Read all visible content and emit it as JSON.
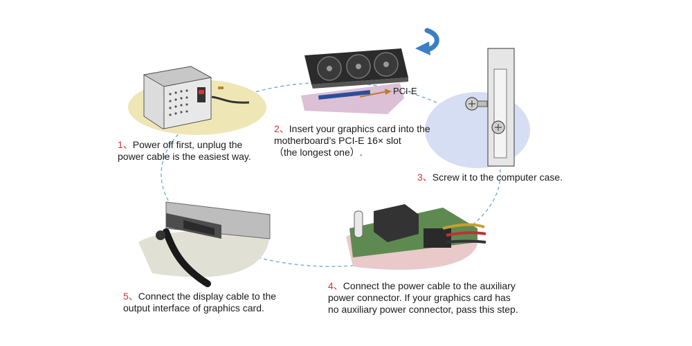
{
  "diagram": {
    "connector_label": "PCI-E",
    "steps": [
      {
        "num": "1、",
        "lines": [
          "Power off first, unplug the",
          "power cable is the easiest way."
        ]
      },
      {
        "num": "2、",
        "lines": [
          "Insert your graphics card into the",
          "motherboard’s PCI-E 16× slot",
          "（the longest one）."
        ]
      },
      {
        "num": "3、",
        "lines": [
          "Screw it to the computer case."
        ]
      },
      {
        "num": "4、",
        "lines": [
          "Connect the power cable to the auxiliary",
          "power connector. If your graphics card has",
          "no auxiliary power connector, pass this step."
        ]
      },
      {
        "num": "5、",
        "lines": [
          "Connect the display cable to the",
          "output interface of graphics card."
        ]
      }
    ],
    "colors": {
      "step_number": "#d9332b",
      "flow_path": "#6aa7c9",
      "arrow": "#3b7fc4",
      "psu_backdrop": "#efe6b6",
      "gpu_backdrop": "#dcc0d6",
      "case_backdrop": "#d6def3",
      "power_backdrop": "#e9c9ca",
      "display_backdrop": "#e0e1d4"
    }
  }
}
